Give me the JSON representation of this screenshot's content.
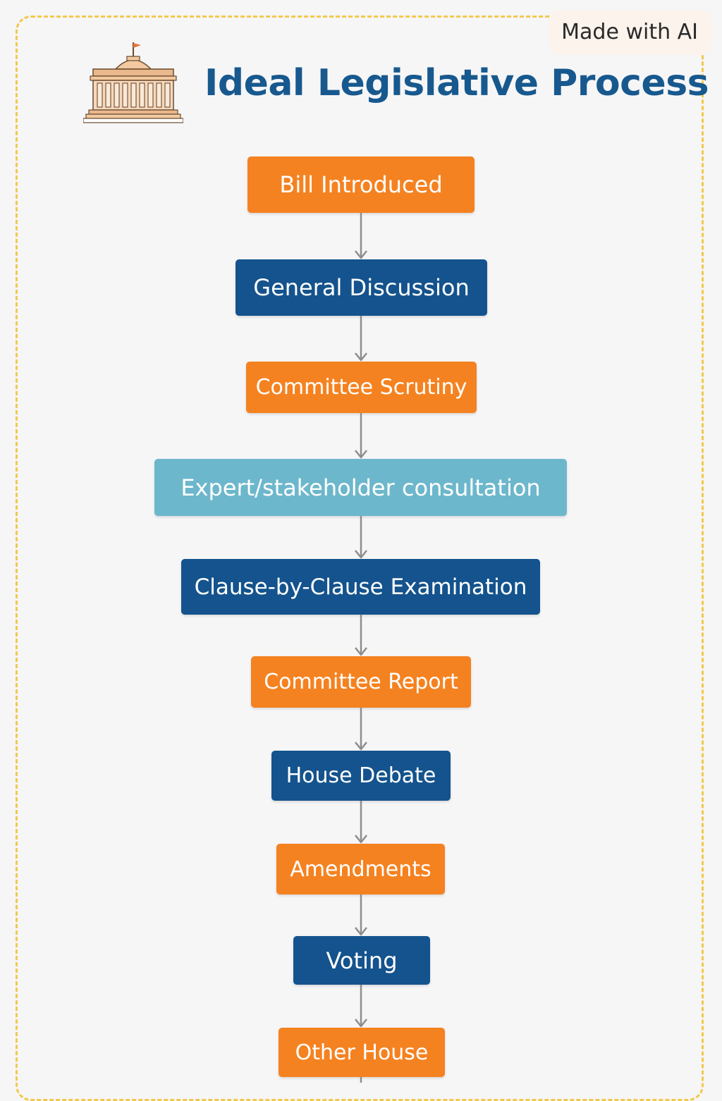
{
  "badge": {
    "text": "Made with AI"
  },
  "header": {
    "title": "Ideal Legislative Process",
    "icon": "parliament-building-icon"
  },
  "colors": {
    "orange": "#f58220",
    "dark_blue": "#14538d",
    "light_blue": "#6db7cc",
    "arrow": "#8d8d8d",
    "title": "#17598e",
    "frame": "#f2c94c"
  },
  "steps": [
    {
      "label": "Bill Introduced",
      "color": "orange"
    },
    {
      "label": "General Discussion",
      "color": "dark_blue"
    },
    {
      "label": "Committee Scrutiny",
      "color": "orange"
    },
    {
      "label": "Expert/stakeholder consultation",
      "color": "light_blue"
    },
    {
      "label": "Clause-by-Clause Examination",
      "color": "dark_blue"
    },
    {
      "label": "Committee Report",
      "color": "orange"
    },
    {
      "label": "House Debate",
      "color": "dark_blue"
    },
    {
      "label": "Amendments",
      "color": "orange"
    },
    {
      "label": "Voting",
      "color": "dark_blue"
    },
    {
      "label": "Other House",
      "color": "orange"
    }
  ]
}
